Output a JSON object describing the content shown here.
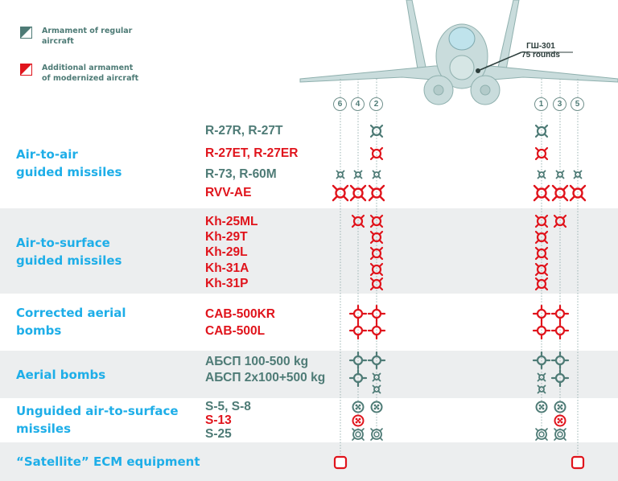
{
  "legend": {
    "regular": {
      "label_line1": "Armament of regular",
      "label_line2": "aircraft",
      "color": "#4e7b76"
    },
    "modernized": {
      "label_line1": "Additional armament",
      "label_line2": "of modernized aircraft",
      "color": "#e0141c"
    }
  },
  "aircraft": {
    "gun_label": "ГШ-301",
    "gun_rounds": "75 rounds",
    "stations": [
      "6",
      "4",
      "2",
      "1",
      "3",
      "5"
    ]
  },
  "categories": [
    {
      "label_line1": "Air-to-air",
      "label_line2": "guided missiles",
      "weapons": [
        {
          "name": "R-27R, R-27T",
          "type": "regular"
        },
        {
          "name": "R-27ET, R-27ER",
          "type": "modernized"
        },
        {
          "name": "R-73, R-60M",
          "type": "regular"
        },
        {
          "name": "RVV-AE",
          "type": "modernized"
        }
      ]
    },
    {
      "label_line1": "Air-to-surface",
      "label_line2": "guided missiles",
      "weapons": [
        {
          "name": "Kh-25ML",
          "type": "modernized"
        },
        {
          "name": "Kh-29T",
          "type": "modernized"
        },
        {
          "name": "Kh-29L",
          "type": "modernized"
        },
        {
          "name": "Kh-31A",
          "type": "modernized"
        },
        {
          "name": "Kh-31P",
          "type": "modernized"
        }
      ]
    },
    {
      "label_line1": "Corrected aerial",
      "label_line2": "bombs",
      "weapons": [
        {
          "name": "CAB-500KR",
          "type": "modernized"
        },
        {
          "name": "CAB-500L",
          "type": "modernized"
        }
      ]
    },
    {
      "label_line1": "Aerial bombs",
      "label_line2": "",
      "weapons": [
        {
          "name": "АБСП 100-500 kg",
          "type": "regular"
        },
        {
          "name": "АБСП 2x100+500 kg",
          "type": "regular"
        }
      ]
    },
    {
      "label_line1": "Unguided air-to-surface",
      "label_line2": "missiles",
      "weapons": [
        {
          "name": "S-5, S-8",
          "type": "regular"
        },
        {
          "name": "S-13",
          "type": "modernized"
        },
        {
          "name": "S-25",
          "type": "regular"
        }
      ]
    },
    {
      "label_line1": "“Satellite” ECM equipment",
      "label_line2": "",
      "weapons": []
    }
  ],
  "colors": {
    "category_text": "#1eaee8",
    "regular": "#4e7b76",
    "modernized": "#e0141c",
    "band_gray": "#eceeef"
  }
}
